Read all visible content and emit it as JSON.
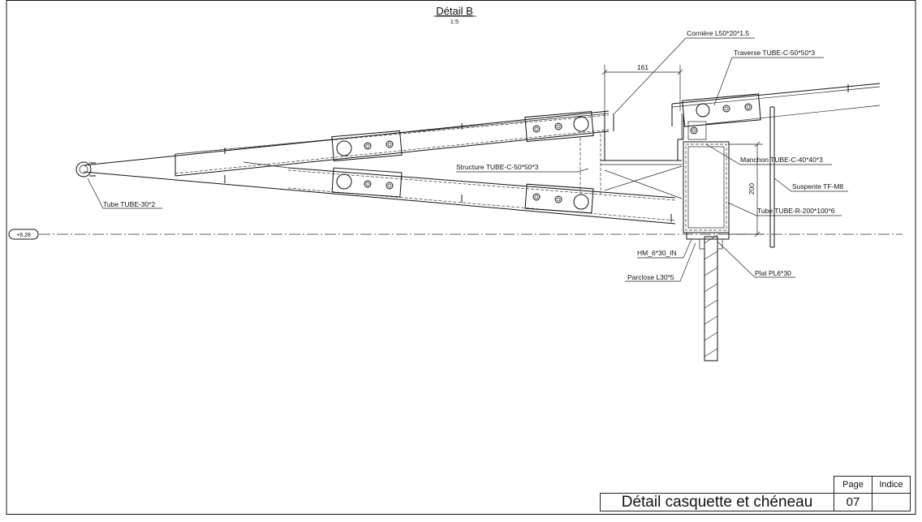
{
  "drawing": {
    "title": "Détail B",
    "scale": "1:5",
    "level_mark": "+6.28",
    "dimensions": {
      "width_161": "161",
      "height_200": "200"
    },
    "labels": {
      "corniere": "Cornière L50*20*1.5",
      "traverse": "Traverse TUBE-C-50*50*3",
      "manchon": "Manchon TUBE-C-40*40*3",
      "suspente": "Suspente TF-M8",
      "tube_rect": "Tube TUBE-R-200*100*6",
      "structure": "Structure TUBE-C-50*50*3",
      "tube_round": "Tube TUBE-30*2",
      "hm": "HM_6*30_IN",
      "parclose": "Parclose L30*5",
      "plat": "Plat PL6*30"
    }
  },
  "title_block": {
    "sheet_title": "Détail casquette et chéneau",
    "page_label": "Page",
    "page_value": "07",
    "indice_label": "Indice",
    "indice_value": ""
  }
}
